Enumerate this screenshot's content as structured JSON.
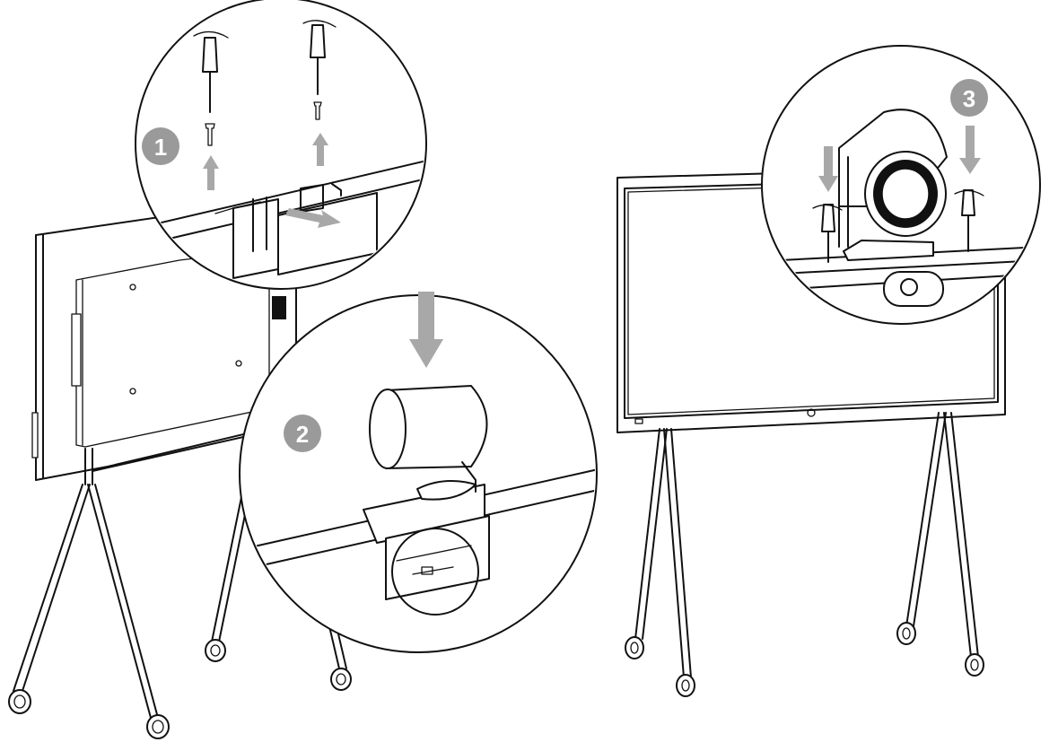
{
  "steps": [
    {
      "number": "1"
    },
    {
      "number": "2"
    },
    {
      "number": "3"
    }
  ],
  "colors": {
    "line": "#111111",
    "step_badge": "#9a9a9a",
    "arrow": "#a8a8a8",
    "background": "#ffffff"
  },
  "icons": [
    "screwdriver-icon",
    "screw-icon",
    "camera-icon",
    "arrow-up-icon",
    "arrow-down-icon",
    "caster-wheel-icon"
  ]
}
